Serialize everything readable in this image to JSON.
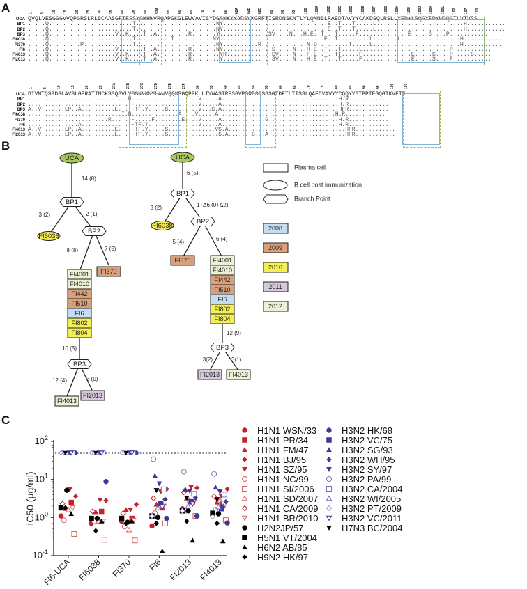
{
  "panels": {
    "a": "A",
    "b": "B",
    "c": "C"
  },
  "heavy_chain": {
    "ticks": [
      "1",
      "5",
      "10",
      "15",
      "20",
      "25",
      "30",
      "35",
      "40",
      "45",
      "50",
      "52A",
      "55",
      "60",
      "65",
      "70",
      "75",
      "80",
      "82A",
      "82B",
      "82C",
      "85",
      "90",
      "95",
      "100",
      "100A",
      "100B",
      "100C",
      "100D",
      "100E",
      "100F",
      "100G",
      "100H",
      "100I",
      "100J",
      "100K",
      "100L",
      "102",
      "107",
      "113"
    ],
    "rows": [
      {
        "label": "UCA",
        "seq": "QVQLVESGGGVVQPGRSLRLSCAASGFTFSSYGMHWVRQAPGKGLEWVAVISYDGSNKYYADSVKGRFTISRDNSKNTLYLQMNSLRAEDTAVYYCAKDSQLRSLLYFDWLSQGYFDYWGQGTLVTVSS"
      },
      {
        "label": "BP1",
        "seq": ".....Q........................T.......................NY..............................E..T...T.....L.........................H..........."
      },
      {
        "label": "BP2",
        "seq": ".....Q........................T.......................NY..............................E..T...T.....L.........................H..........."
      },
      {
        "label": "BP3",
        "seq": ".....Q...................V..K....T..A.........R.......Y..............SV....N...H.E..T...T.....F..............E.....S....P..........."
      },
      {
        "label": "FI6038",
        "seq": ".....Q........................T..........T...........NY..............................E..T.........L.......L.................H..........."
      },
      {
        "label": "FI370",
        "seq": ".....Q.........P..............T.......................NY..........R.............N.D.........T.....L.........................H..........."
      },
      {
        "label": "FI6",
        "seq": ".....Q...................V.......T..A.........R.......NY..............S.....N...H.E..T...T.....L.........................P..........."
      },
      {
        "label": "FI4013",
        "seq": ".....Q...................V..K....T..A.........R........YR.............SV....N...F.E..T..TT.....F..............E.....S....P.....S....."
      },
      {
        "label": "FI2013",
        "seq": ".....Q...................V..K....T..A.........R........Y..............SV....N...H.E..T...T.....F..............E.....S....P..........."
      }
    ]
  },
  "light_chain": {
    "ticks": [
      "1",
      "5",
      "10",
      "15",
      "20",
      "25",
      "27A",
      "27B",
      "27C",
      "27D",
      "27E",
      "27F",
      "30",
      "35",
      "40",
      "45",
      "50",
      "55",
      "60",
      "65",
      "70",
      "75",
      "80",
      "85",
      "90",
      "95",
      "100",
      "107"
    ],
    "rows": [
      {
        "label": "UCA",
        "seq": "DIVMTQSPDSLAVSLGERATINCKSSQSVLYSSNNKNYLAWYQQKPGQPPKLLIYWASTRESGVPDRFSGSGSGTDFTLTISSLQAEDVAVYYCQQYYSTPPTFGQGTKVEIK"
      },
      {
        "label": "BP1",
        "seq": "..............................N....................V.....A...................................H.R............"
      },
      {
        "label": "BP2",
        "seq": "..............................--...................V.....A...................................H.R............"
      },
      {
        "label": "BP3",
        "seq": "A..V.......LP..A..........E...--TF.Y.....S.........V...S.A...................................HFR............"
      },
      {
        "label": "FI6038",
        "seq": "............................I.N..............A....V.....A...................................H.R............"
      },
      {
        "label": "FI370",
        "seq": "........................R.....--.....F........E....V.....A.............G.....................H.R............"
      },
      {
        "label": "FI6",
        "seq": "...............A..............--TF.Y...............V.....A...................................H.R............"
      },
      {
        "label": "FI4013",
        "seq": "A..V.......LP..A..........E...--TF.Y.....S..............VS.A...................................HFR............"
      },
      {
        "label": "FI2013",
        "seq": "A..V.......LP..A..........E...--TF.Y.....S...............S.A.......G...A.......................HFR............"
      }
    ]
  },
  "tree_left": {
    "nodes": {
      "uca": "UCA",
      "bp1": "BP1",
      "bp2": "BP2",
      "bp3": "BP3",
      "fi6038": "FI6038",
      "fi370": "FI370",
      "fi4013": "FI4013",
      "fi2013": "FI2013",
      "stack": [
        "FI4001",
        "FI4010",
        "FI442",
        "FI510",
        "FI6",
        "FI802",
        "FI804"
      ]
    },
    "edges": {
      "uca_bp1": "14 (8)",
      "bp1_fi6038": "3 (2)",
      "bp1_bp2": "2 (1)",
      "bp2_stack": "8 (8)",
      "bp2_fi370": "7 (5)",
      "stack_bp3": "10 (5)",
      "bp3_fi4013": "12 (4)",
      "bp3_fi2013": "3 (0)"
    }
  },
  "tree_right": {
    "nodes": {
      "uca": "UCA",
      "bp1": "BP1",
      "bp2": "BP2",
      "bp3": "BP3",
      "fi6038": "FI6038",
      "fi370": "FI370",
      "fi2013": "FI2013",
      "fi4013": "FI4013",
      "stack": [
        "FI4001",
        "FI4010",
        "FI442",
        "FI510",
        "FI6",
        "FI802",
        "FI804"
      ]
    },
    "edges": {
      "uca_bp1": "6 (5)",
      "bp1_fi6038": "3 (2)",
      "bp1_bp2": "1+Δ6 (0+Δ2)",
      "bp2_fi370": "5 (4)",
      "bp2_stack": "6 (4)",
      "stack_bp3": "12 (9)",
      "bp3_fi2013": "3(2)",
      "bp3_fi4013": "3(1)"
    }
  },
  "node_years": {
    "FI4001": "2012",
    "FI4010": "2012",
    "FI442": "2009",
    "FI510": "2009",
    "FI6": "2008",
    "FI802": "2010",
    "FI804": "2010",
    "FI370": "2009",
    "FI6038": "2010",
    "FI2013": "2011",
    "FI4013": "2012",
    "UCA": "uca"
  },
  "legend_b": {
    "shapes": [
      {
        "shape": "rect",
        "label": "Plasma cell"
      },
      {
        "shape": "ellipse",
        "label": "B cell post immunization"
      },
      {
        "shape": "hexagon",
        "label": "Branch Point"
      }
    ],
    "years": [
      {
        "year": "2008",
        "color": "#c6ddf1"
      },
      {
        "year": "2009",
        "color": "#d9a07c"
      },
      {
        "year": "2010",
        "color": "#f4f054"
      },
      {
        "year": "2011",
        "color": "#d7c9dc"
      },
      {
        "year": "2012",
        "color": "#eef0d6"
      }
    ],
    "uca_color": "#a8c85a"
  },
  "chart_data": {
    "type": "scatter",
    "title": "",
    "ylabel": "IC50 (μg/ml)",
    "ylabel_main": "IC",
    "ylabel_sub": "50",
    "ylabel_unit": " (μg/ml)",
    "yscale": "log",
    "ylim": [
      0.1,
      100
    ],
    "yticks": [
      {
        "base": "10",
        "exp": "-1",
        "value": 0.1
      },
      {
        "base": "10",
        "exp": "0",
        "value": 1
      },
      {
        "base": "10",
        "exp": "1",
        "value": 10
      },
      {
        "base": "10",
        "exp": "2",
        "value": 100
      }
    ],
    "threshold": 50,
    "categories": [
      "FI6-UCA",
      "FI6038",
      "FI370",
      "FI6",
      "FI2013",
      "FI4013"
    ],
    "legend": [
      {
        "name": "H1N1 WSN/33",
        "marker": "circle",
        "fill": true,
        "color": "#c8202a"
      },
      {
        "name": "H1N1 PR/34",
        "marker": "square",
        "fill": true,
        "color": "#c8202a"
      },
      {
        "name": "H1N1 FM/47",
        "marker": "triangle-up",
        "fill": true,
        "color": "#c8202a"
      },
      {
        "name": "H1N1 BJ/95",
        "marker": "diamond",
        "fill": true,
        "color": "#c8202a"
      },
      {
        "name": "H1N1 SZ/95",
        "marker": "triangle-down",
        "fill": true,
        "color": "#c8202a"
      },
      {
        "name": "H1N1 NC/99",
        "marker": "circle",
        "fill": false,
        "color": "#d0605e"
      },
      {
        "name": "H1N1 SI/2006",
        "marker": "square",
        "fill": false,
        "color": "#d0605e"
      },
      {
        "name": "H1N1 SD/2007",
        "marker": "triangle-up",
        "fill": false,
        "color": "#d0605e"
      },
      {
        "name": "H1N1 CA/2009",
        "marker": "diamond",
        "fill": false,
        "color": "#c8202a"
      },
      {
        "name": "H1N1 BR/2010",
        "marker": "triangle-down",
        "fill": false,
        "color": "#d0605e"
      },
      {
        "name": "H2N2JP/57",
        "marker": "circle",
        "fill": true,
        "color": "#000000"
      },
      {
        "name": "H5N1 VT/2004",
        "marker": "square",
        "fill": true,
        "color": "#000000"
      },
      {
        "name": "H6N2 AB/85",
        "marker": "triangle-up",
        "fill": true,
        "color": "#000000"
      },
      {
        "name": "H9N2 HK/97",
        "marker": "diamond",
        "fill": true,
        "color": "#000000"
      },
      {
        "name": "H3N2 HK/68",
        "marker": "circle",
        "fill": true,
        "color": "#3b3a95"
      },
      {
        "name": "H3N2 VC/75",
        "marker": "square",
        "fill": true,
        "color": "#3b3a95"
      },
      {
        "name": "H3N2 SG/93",
        "marker": "triangle-up",
        "fill": true,
        "color": "#3b3a95"
      },
      {
        "name": "H3N2 WH/95",
        "marker": "diamond",
        "fill": true,
        "color": "#3b3a95"
      },
      {
        "name": "H3N2 SY/97",
        "marker": "triangle-down",
        "fill": true,
        "color": "#3b3a95"
      },
      {
        "name": "H3N2 PA/99",
        "marker": "circle",
        "fill": false,
        "color": "#7372b8"
      },
      {
        "name": "H3N2 CA/2004",
        "marker": "square",
        "fill": false,
        "color": "#7372b8"
      },
      {
        "name": "H3N2 WI/2005",
        "marker": "triangle-up",
        "fill": false,
        "color": "#7372b8"
      },
      {
        "name": "H3N2 PT/2009",
        "marker": "diamond",
        "fill": false,
        "color": "#9a99c9"
      },
      {
        "name": "H3N2 VC/2011",
        "marker": "triangle-down",
        "fill": false,
        "color": "#3b3a95"
      },
      {
        "name": "H7N3 BC/2004",
        "marker": "triangle-down",
        "fill": true,
        "color": "#000000"
      }
    ],
    "series_values": {
      "FI6-UCA": [
        1.1,
        2.5,
        1.7,
        3.6,
        5.5,
        0.85,
        0.37,
        1.6,
        2.3,
        1.8,
        5.2,
        1.8,
        1.25,
        1.8,
        50,
        50,
        50,
        50,
        50,
        50,
        50,
        50,
        50,
        50,
        50
      ],
      "FI6038": [
        0.7,
        1.45,
        1.4,
        2.8,
        2.9,
        0.8,
        0.26,
        0.8,
        1.45,
        0.8,
        0.95,
        0.95,
        0.8,
        0.45,
        8.8,
        50,
        50,
        50,
        50,
        50,
        50,
        50,
        50,
        50,
        50
      ],
      "FI370": [
        0.8,
        0.95,
        1.6,
        2.2,
        1.6,
        0.58,
        0.25,
        0.47,
        1.3,
        0.85,
        0.75,
        0.95,
        0.8,
        0.7,
        50,
        50,
        50,
        50,
        50,
        50,
        50,
        50,
        50,
        50,
        50
      ],
      "FI6": [
        0.6,
        1.8,
        2.2,
        5.6,
        4.8,
        1.3,
        0.7,
        2.0,
        3.2,
        2.0,
        1.0,
        1.1,
        0.13,
        0.7,
        0.95,
        2.3,
        12.5,
        3.0,
        7.8,
        34,
        5.5,
        1.8,
        1.1,
        1.9,
        5.2
      ],
      "FI2013": [
        1.7,
        2.6,
        3.2,
        6.0,
        6.3,
        1.5,
        1.1,
        2.8,
        4.6,
        2.6,
        1.5,
        1.5,
        0.25,
        0.8,
        1.1,
        2.6,
        5.5,
        3.3,
        5.0,
        16,
        4.2,
        2.0,
        1.5,
        2.3,
        3.3
      ],
      "FI4013": [
        1.15,
        2.1,
        2.5,
        5.6,
        3.6,
        1.6,
        0.85,
        2.8,
        3.6,
        2.2,
        1.25,
        1.3,
        0.24,
        0.7,
        0.72,
        1.7,
        6.2,
        2.6,
        4.8,
        14,
        4.0,
        1.9,
        1.05,
        2.4,
        3.0
      ]
    }
  }
}
